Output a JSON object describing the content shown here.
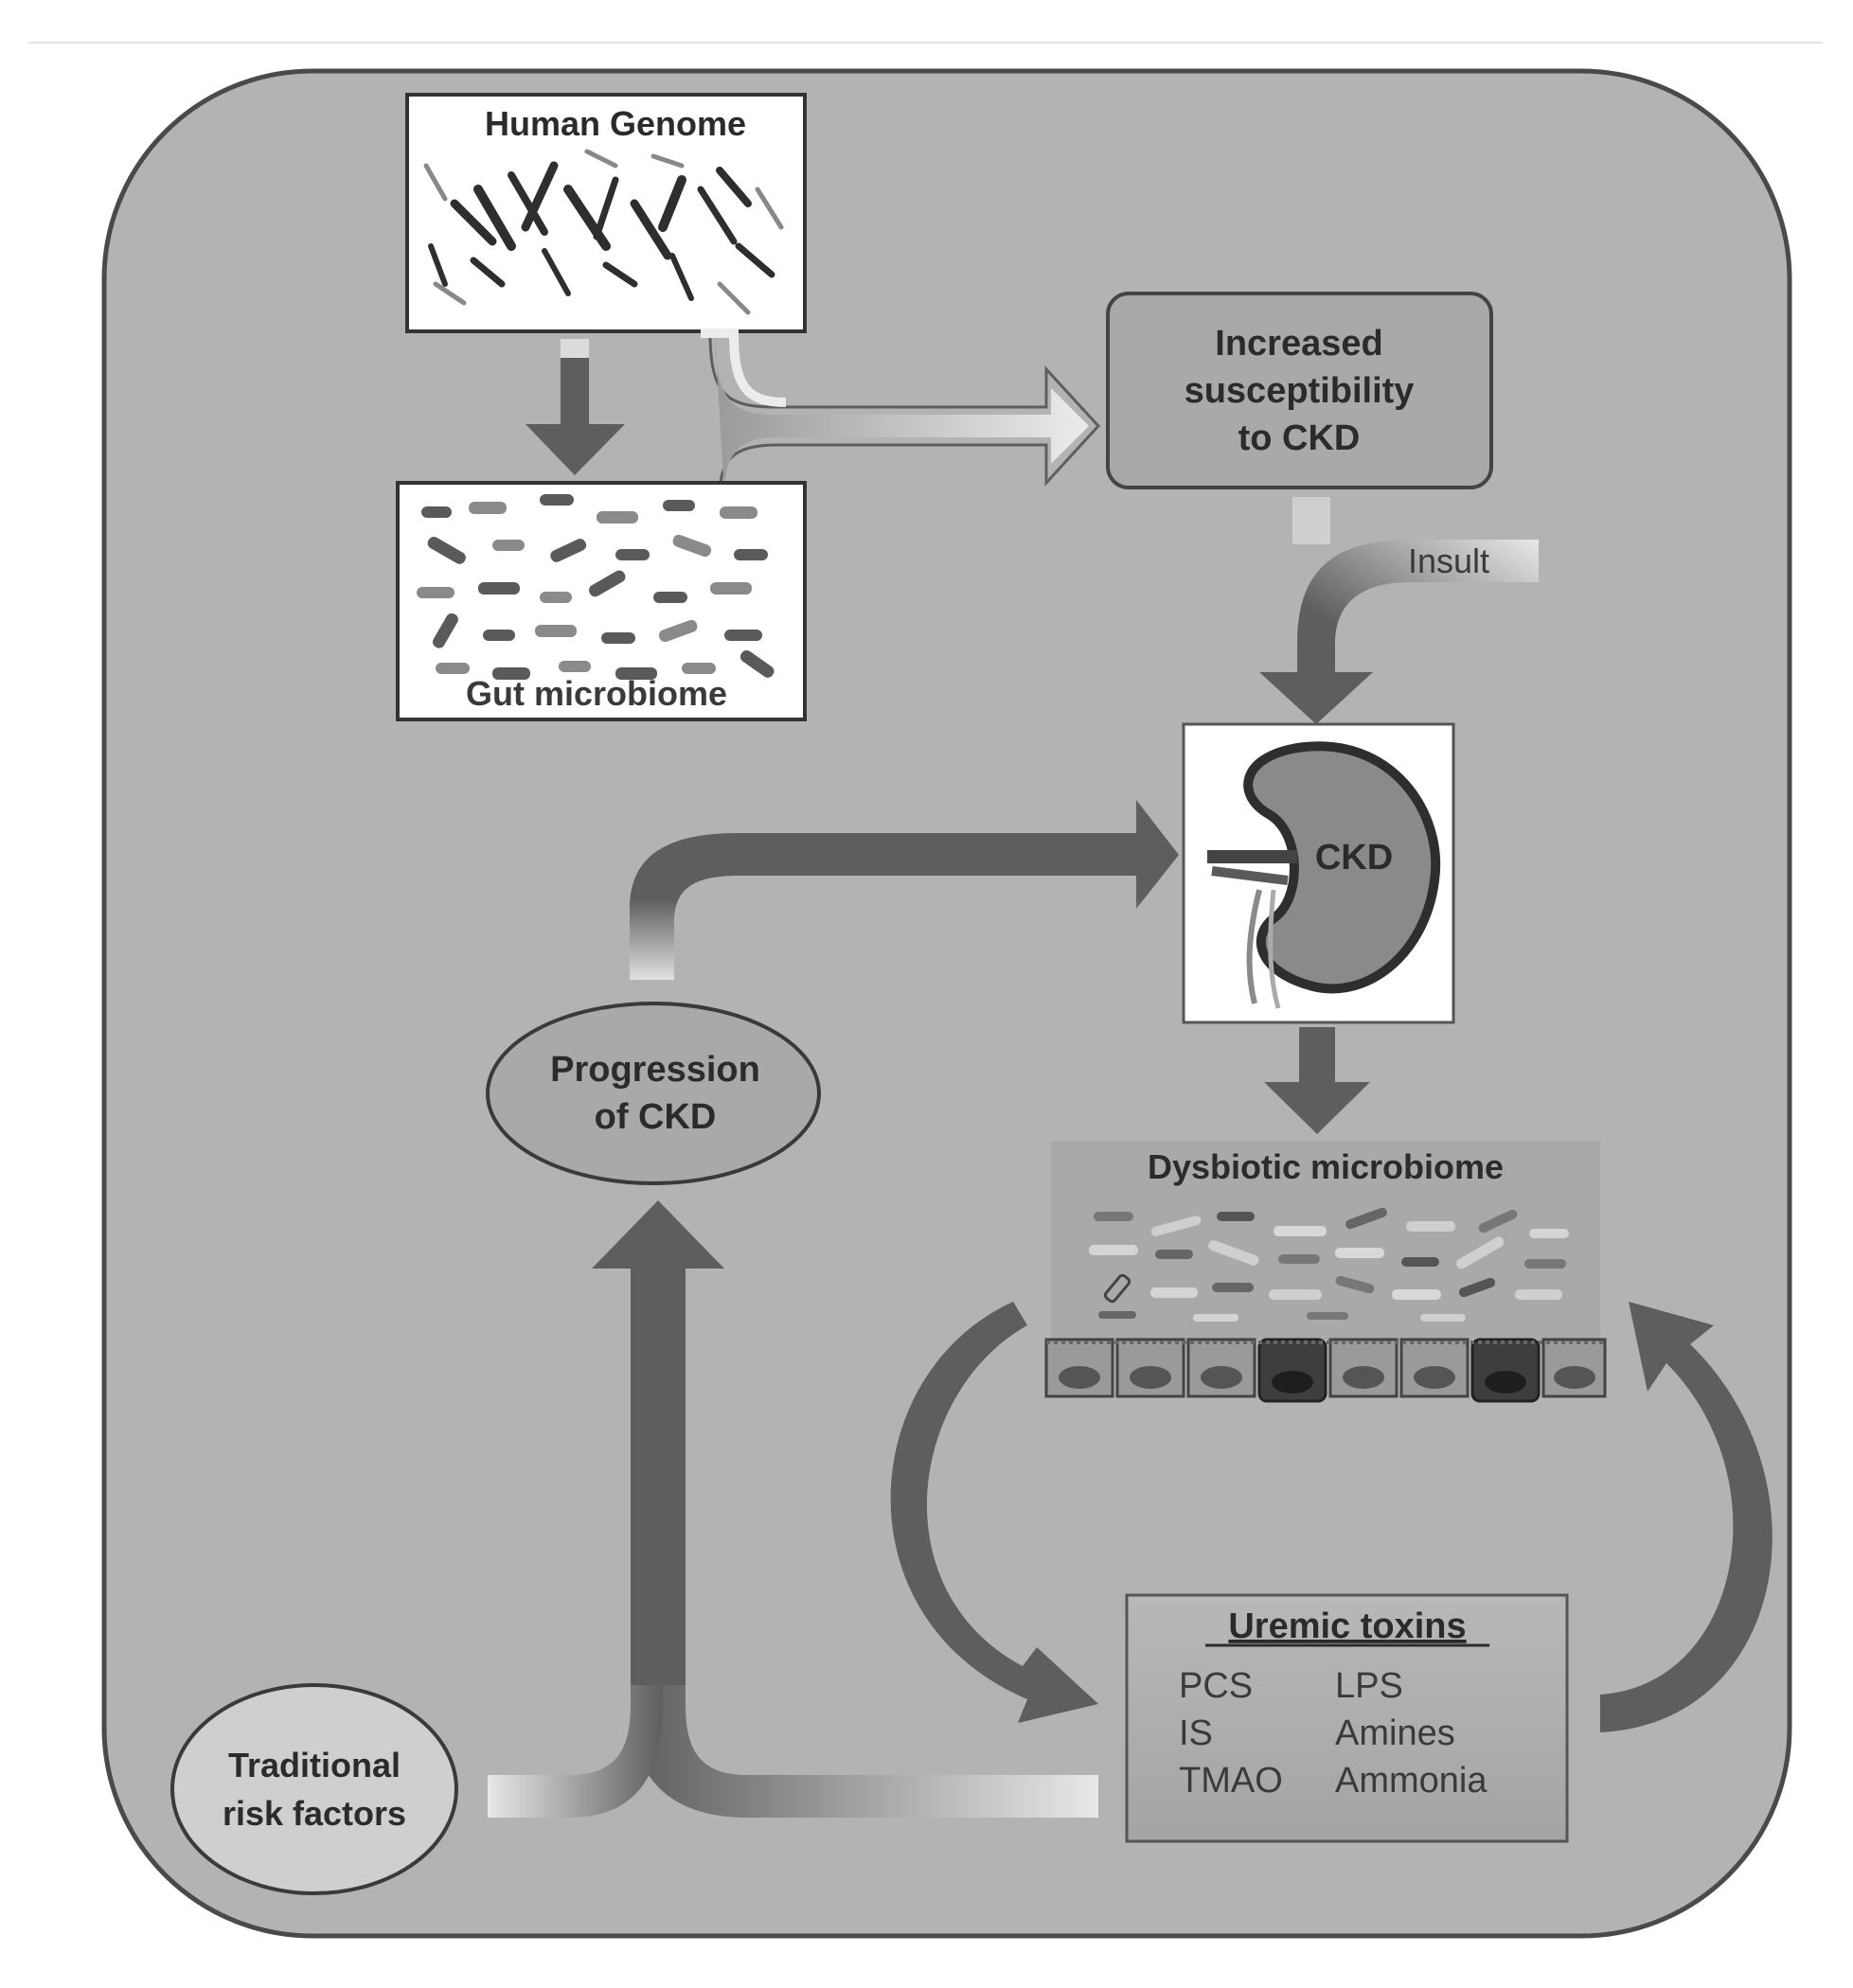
{
  "nodes": {
    "human_genome": "Human Genome",
    "gut_microbiome": "Gut microbiome",
    "susceptibility": [
      "Increased",
      "susceptibility",
      "to CKD"
    ],
    "insult": "Insult",
    "ckd": "CKD",
    "progression": [
      "Progression",
      "of CKD"
    ],
    "dysbiotic": "Dysbiotic microbiome",
    "risk_factors": [
      "Traditional",
      "risk factors"
    ],
    "uremic_title": "Uremic toxins",
    "toxins_left": [
      "PCS",
      "IS",
      "TMAO"
    ],
    "toxins_right": [
      "LPS",
      "Amines",
      "Ammonia"
    ]
  },
  "colors": {
    "panel_fill": "#b3b3b3",
    "panel_stroke": "#4a4a4a",
    "arrow_dark": "#5e5e5e",
    "arrow_light": "#e6e6e6",
    "box_fill": "#ffffff",
    "box_gray": "#a9a9a9"
  },
  "icons": [
    "chromosome-cluster",
    "bacteria-cluster",
    "kidney-icon",
    "epithelial-cells"
  ]
}
